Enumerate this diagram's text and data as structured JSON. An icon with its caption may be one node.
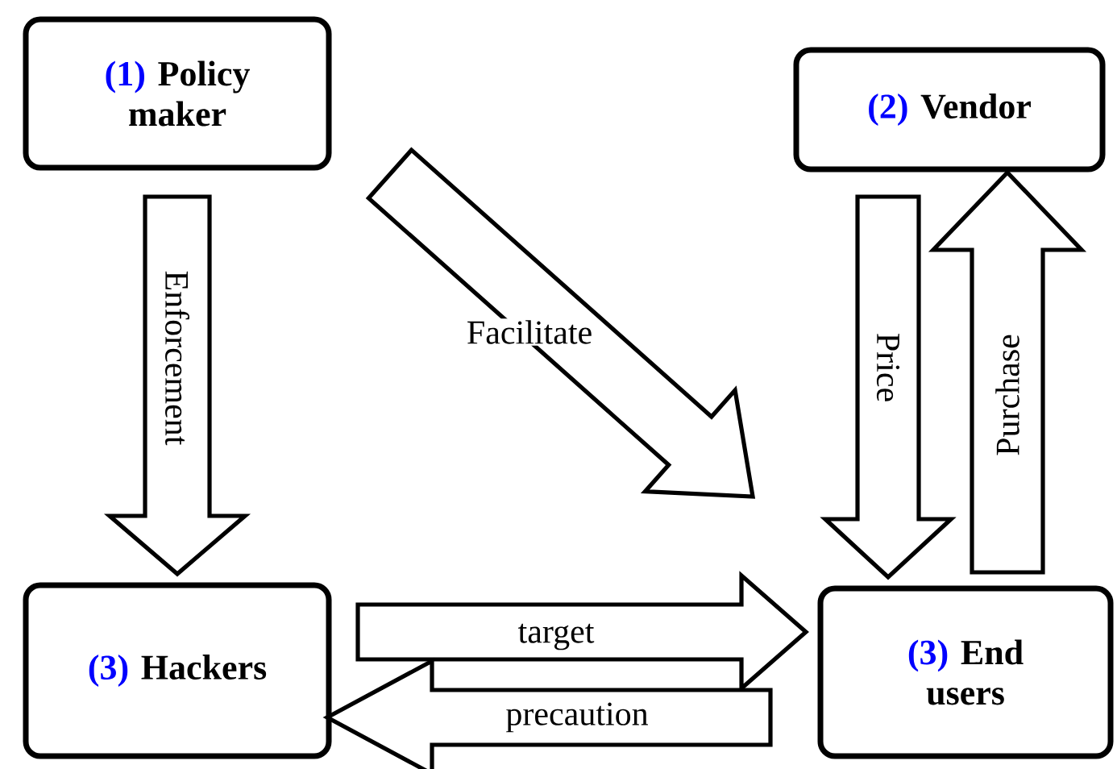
{
  "diagram": {
    "nodes": [
      {
        "text": [
          "(1)",
          "Policy maker"
        ]
      },
      {
        "text": [
          "(2)",
          "Vendor"
        ]
      },
      {
        "text": [
          "(3)",
          "Hackers"
        ]
      },
      {
        "text": [
          "(3)",
          "End users"
        ]
      }
    ],
    "edges": [
      {
        "from": 0,
        "to": 2,
        "arrow": "to",
        "label": "Enforcement"
      },
      {
        "from": 0,
        "to": 3,
        "arrow": "to",
        "label": "Facilitate"
      },
      {
        "from": 1,
        "to": 3,
        "arrow": "to",
        "label": "Price"
      },
      {
        "from": 3,
        "to": 1,
        "arrow": "to",
        "label": "Purchase"
      },
      {
        "from": 2,
        "to": 3,
        "arrow": "to",
        "label": "target"
      },
      {
        "from": 3,
        "to": 2,
        "arrow": "to",
        "label": "precaution"
      }
    ]
  }
}
